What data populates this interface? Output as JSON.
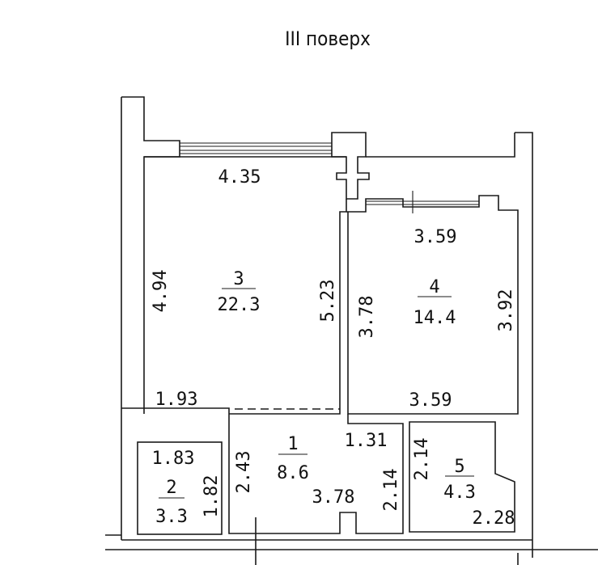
{
  "title": "III поверх",
  "rooms": [
    {
      "id": "1",
      "number": "1",
      "area": "8.6"
    },
    {
      "id": "2",
      "number": "2",
      "area": "3.3"
    },
    {
      "id": "3",
      "number": "3",
      "area": "22.3"
    },
    {
      "id": "4",
      "number": "4",
      "area": "14.4"
    },
    {
      "id": "5",
      "number": "5",
      "area": "4.3"
    }
  ],
  "dimensions": {
    "room3_top": "4.35",
    "room3_left": "4.94",
    "room3_right": "5.23",
    "room3_bottom": "1.93",
    "room4_top": "3.59",
    "room4_left": "3.78",
    "room4_right": "3.92",
    "room4_bottom": "3.59",
    "room1_top": "1.31",
    "room1_left": "2.43",
    "room1_bottom": "3.78",
    "room1_right": "2.14",
    "room2_top": "1.83",
    "room2_right": "1.82",
    "room5_left": "2.14",
    "room5_bottom": "2.28"
  }
}
